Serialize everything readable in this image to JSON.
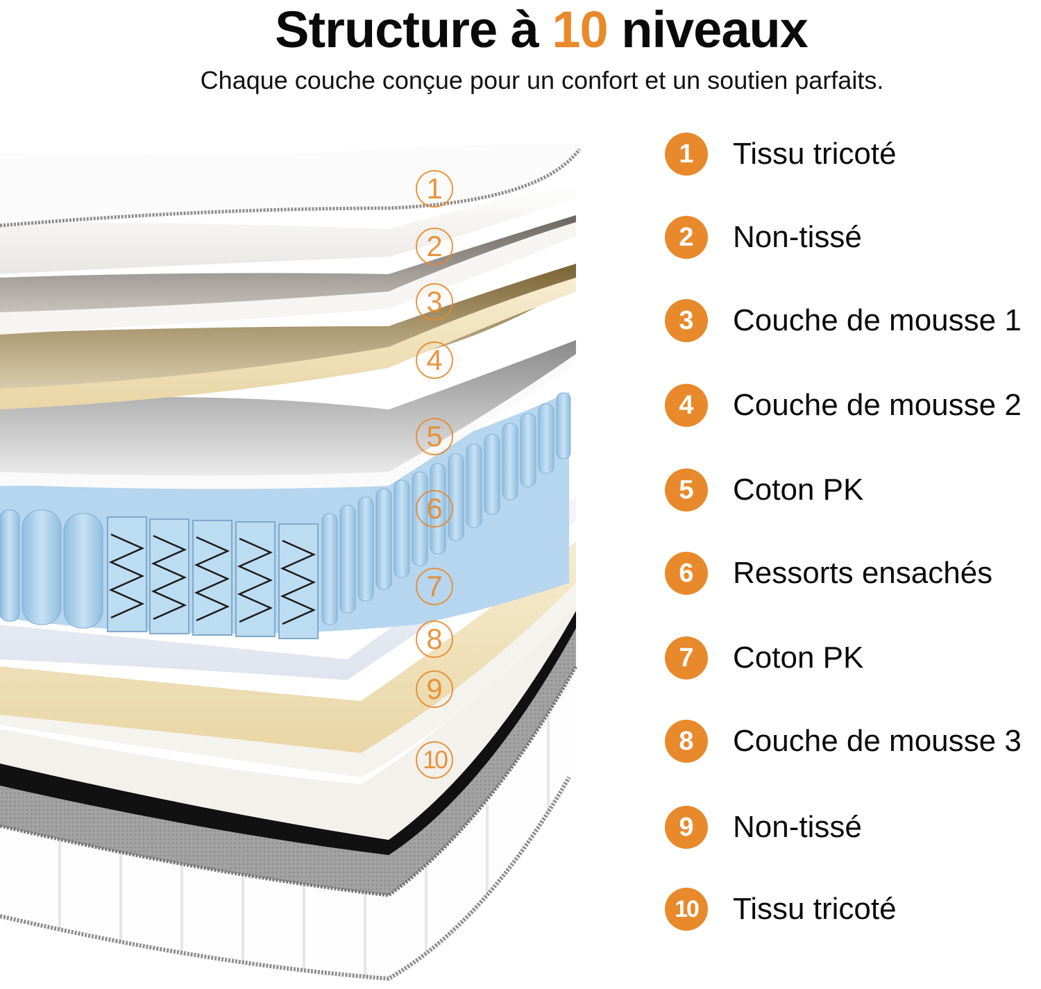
{
  "colors": {
    "accent": "#E8892B",
    "text": "#0A0A0A",
    "background": "#FFFFFF",
    "spring_blue": "#A9CFEA",
    "foam_cream": "#F1E3BF",
    "knit_gray": "#9A9A9A",
    "black_band": "#111111"
  },
  "header": {
    "title_part1": "Structure à ",
    "title_accent": "10",
    "title_part2": " niveaux",
    "subtitle": "Chaque couche conçue pour un confort et un soutien parfaits."
  },
  "layers": [
    {
      "number": "1",
      "label": "Tissu tricoté"
    },
    {
      "number": "2",
      "label": "Non-tissé"
    },
    {
      "number": "3",
      "label": "Couche de mousse 1"
    },
    {
      "number": "4",
      "label": "Couche de mousse 2"
    },
    {
      "number": "5",
      "label": "Coton PK"
    },
    {
      "number": "6",
      "label": "Ressorts ensachés"
    },
    {
      "number": "7",
      "label": "Coton PK"
    },
    {
      "number": "8",
      "label": "Couche de mousse 3"
    },
    {
      "number": "9",
      "label": "Non-tissé"
    },
    {
      "number": "10",
      "label": "Tissu tricoté"
    }
  ],
  "illustration": {
    "subject": "mattress-layer-cutaway",
    "markers": [
      "1",
      "2",
      "3",
      "4",
      "5",
      "6",
      "7",
      "8",
      "9",
      "10"
    ]
  }
}
